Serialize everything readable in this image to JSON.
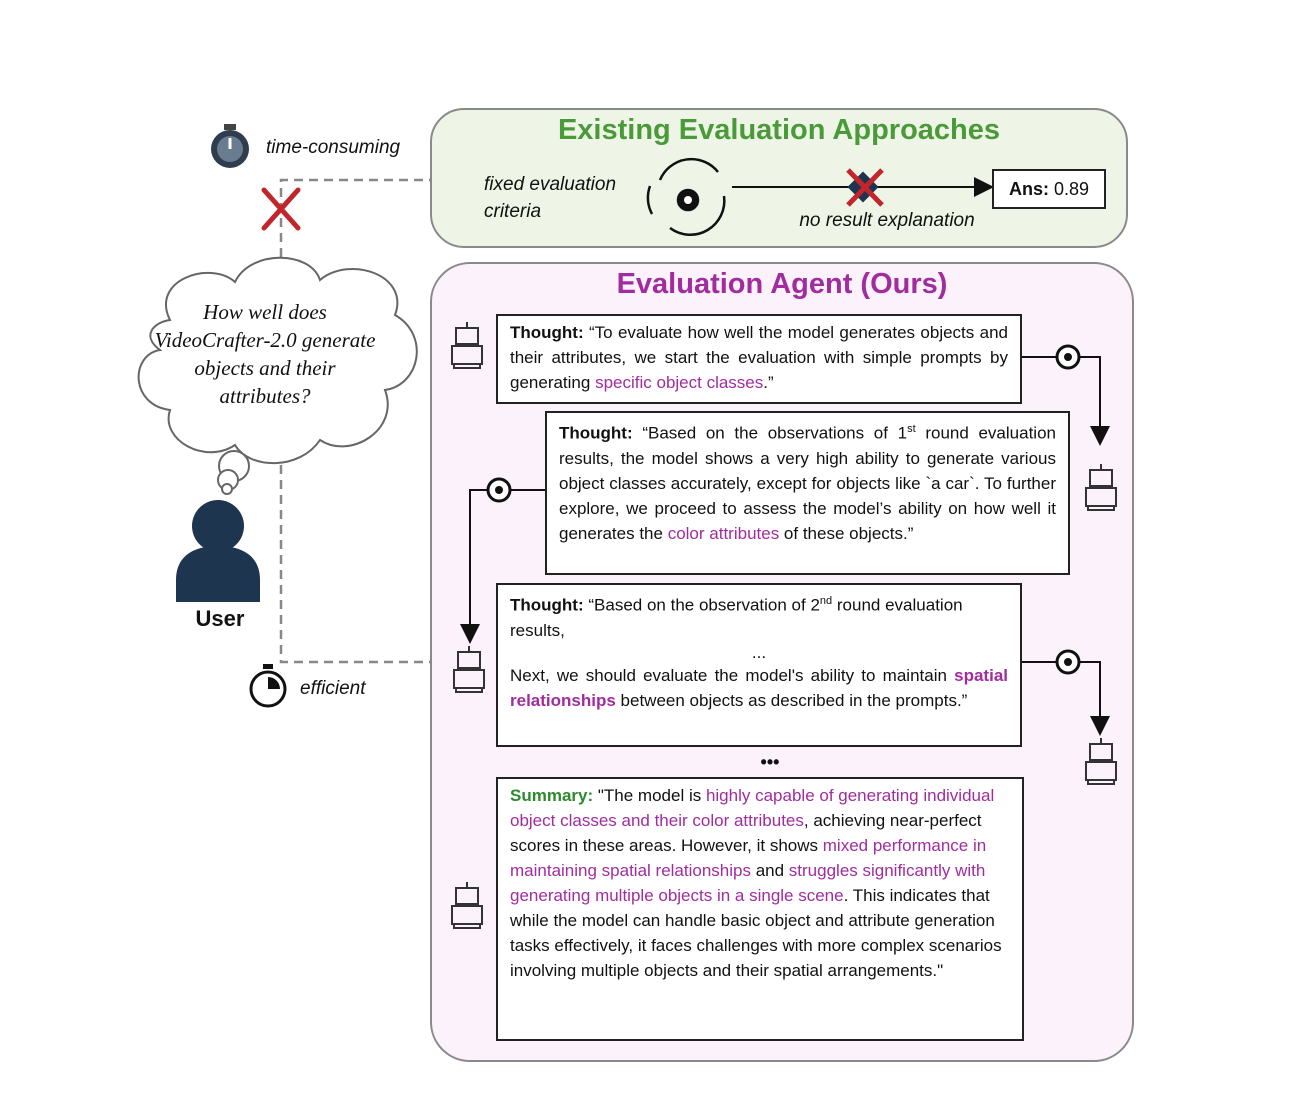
{
  "existing": {
    "title": "Existing Evaluation Approaches",
    "criteria": "fixed evaluation criteria",
    "no_explanation": "no result explanation",
    "ans_label": "Ans:",
    "ans_value": "0.89"
  },
  "user": {
    "time_consuming": "time-consuming",
    "efficient": "efficient",
    "question": "How well does VideoCrafter-2.0 generate objects and their attributes?",
    "label": "User"
  },
  "agent": {
    "title": "Evaluation Agent (Ours)",
    "thought_label": "Thought:",
    "t1_pre": "“To evaluate how well the model generates objects and their attributes, we start the evaluation with simple prompts by generating ",
    "t1_hl": "specific object classes",
    "t1_post": ".”",
    "t2_a": "“Based on the observations of 1",
    "t2_sup": "st",
    "t2_b": " round evaluation results, the model shows a very high ability to generate various object classes accurately, except for objects like `a car`. To further explore, we proceed to assess the model’s ability on how well it generates the ",
    "t2_hl": "color attributes",
    "t2_c": " of these objects.”",
    "t3_a": "“Based on the observation of 2",
    "t3_sup": "nd",
    "t3_b": " round evaluation results,",
    "t3_dots": "...",
    "t3_c": "Next, we should evaluate the model's ability to maintain ",
    "t3_hl": "spatial relationships",
    "t3_d": " between objects as described in the prompts.”",
    "ellipsis": "•••",
    "summary_label": "Summary:",
    "s_1": " \"The model is ",
    "s_hl1": "highly capable of generating individual object classes and their color attributes",
    "s_2": ", achieving near-perfect scores in these areas. However, it shows ",
    "s_hl2": "mixed performance in maintaining spatial relationships",
    "s_3": " and ",
    "s_hl3": "struggles significantly with generating multiple objects in a single scene",
    "s_4": ". This indicates that while the model can handle basic object and attribute generation tasks effectively, it faces challenges with more complex scenarios involving multiple objects and their spatial arrangements.\""
  },
  "colors": {
    "green_title": "#4a9a3a",
    "purple": "#a12ca0",
    "navy": "#1e3550",
    "red_x": "#c0262b"
  },
  "icons": [
    "stopwatch-icon",
    "red-cross-icon",
    "gear-cycle-icon",
    "tool-gear-icon",
    "robot-icon",
    "user-icon"
  ]
}
